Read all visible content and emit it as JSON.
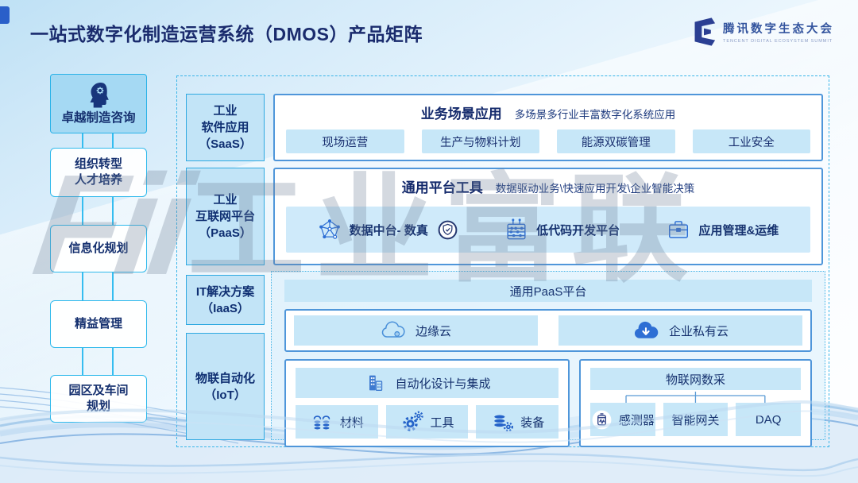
{
  "slide": {
    "title": "一站式数字化制造运营系统（DMOS）产品矩阵",
    "brand": {
      "name_cn": "腾讯数字生态大会",
      "name_en": "TENCENT DIGITAL ECOSYSTEM SUMMIT"
    },
    "watermark": {
      "logo": "Fii",
      "text": "工业富联"
    }
  },
  "sidebar": {
    "consult": {
      "icon": "head-gear-icon",
      "label": "卓越制造咨询"
    },
    "items": [
      {
        "label": "组织转型\n人才培养"
      },
      {
        "label": "信息化规划"
      },
      {
        "label": "精益管理"
      },
      {
        "label": "园区及车间\n规划"
      }
    ]
  },
  "matrix": {
    "layers": [
      {
        "label": "工业\n软件应用\n（SaaS）"
      },
      {
        "label": "工业\n互联网平台\n（PaaS）"
      },
      {
        "label": "IT解决方案\n（IaaS）"
      },
      {
        "label": "物联自动化\n（IoT）"
      }
    ],
    "saas_row": {
      "title": "业务场景应用",
      "subtitle": "多场景多行业丰富数字化系统应用",
      "chips": [
        {
          "label": "现场运营"
        },
        {
          "label": "生产与物料计划"
        },
        {
          "label": "能源双碳管理"
        },
        {
          "label": "工业安全"
        }
      ]
    },
    "paas_row": {
      "title": "通用平台工具",
      "subtitle": "数据驱动业务\\快速应用开发\\企业智能决策",
      "items": [
        {
          "icon": "data-network-icon",
          "label": "数据中台- 数真",
          "badge": "seal-badge-icon"
        },
        {
          "icon": "abacus-icon",
          "label": "低代码开发平台"
        },
        {
          "icon": "toolbox-icon",
          "label": "应用管理&运维"
        }
      ]
    },
    "iaas_row": {
      "title": "通用PaaS平台",
      "items": [
        {
          "icon": "edge-cloud-icon",
          "label": "边缘云"
        },
        {
          "icon": "private-cloud-icon",
          "label": "企业私有云"
        }
      ]
    },
    "iot_row": {
      "automation": {
        "header": {
          "icon": "factory-icon",
          "label": "自动化设计与集成"
        },
        "chips": [
          {
            "icon": "coils-icon",
            "label": "材料"
          },
          {
            "icon": "gears-icon",
            "label": "工具"
          },
          {
            "icon": "equipment-icon",
            "label": "装备"
          }
        ]
      },
      "iot_daq": {
        "header": {
          "label": "物联网数采"
        },
        "chips": [
          {
            "icon": "sensor-icon",
            "label": "感测器"
          },
          {
            "label": "智能网关"
          },
          {
            "label": "DAQ"
          }
        ]
      }
    }
  },
  "colors": {
    "title_navy": "#1a2b6d",
    "accent_cyan": "#2fb0e6",
    "box_border_blue": "#4f96da",
    "chip_fill": "#c7e7f8",
    "layer_fill": "#c2e4f7",
    "icon_blue": "#2e6fd4",
    "text_navy": "#16326f"
  }
}
